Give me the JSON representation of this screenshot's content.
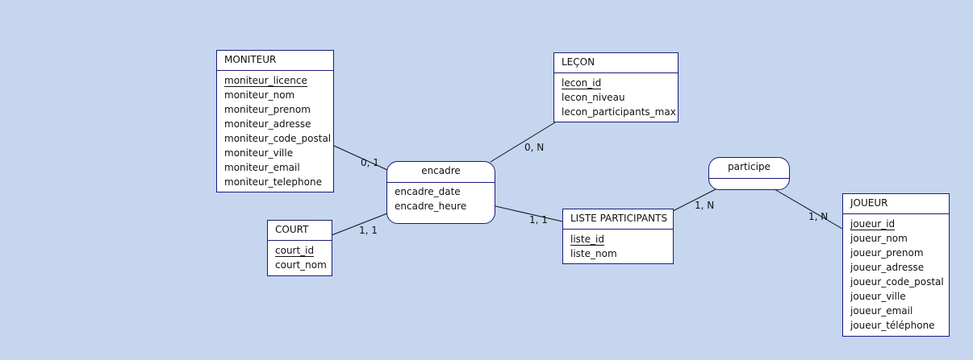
{
  "entities": {
    "moniteur": {
      "title": "MONITEUR",
      "attrs": [
        "moniteur_licence",
        "moniteur_nom",
        "moniteur_prenom",
        "moniteur_adresse",
        "moniteur_code_postal",
        "moniteur_ville",
        "moniteur_email",
        "moniteur_telephone"
      ]
    },
    "lecon": {
      "title": "LEÇON",
      "attrs": [
        "lecon_id",
        "lecon_niveau",
        "lecon_participants_max"
      ]
    },
    "court": {
      "title": "COURT",
      "attrs": [
        "court_id",
        "court_nom"
      ]
    },
    "liste": {
      "title": "LISTE PARTICIPANTS",
      "attrs": [
        "liste_id",
        "liste_nom"
      ]
    },
    "joueur": {
      "title": "JOUEUR",
      "attrs": [
        "joueur_id",
        "joueur_nom",
        "joueur_prenom",
        "joueur_adresse",
        "joueur_code_postal",
        "joueur_ville",
        "joueur_email",
        "joueur_téléphone"
      ]
    }
  },
  "associations": {
    "encadre": {
      "title": "encadre",
      "attrs": [
        "encadre_date",
        "encadre_heure"
      ]
    },
    "participe": {
      "title": "participe",
      "attrs": []
    }
  },
  "cardinalities": {
    "moniteur_encadre": "0, 1",
    "lecon_encadre": "0, N",
    "court_encadre": "1, 1",
    "liste_encadre": "1, 1",
    "liste_participe": "1, N",
    "joueur_participe": "1, N"
  }
}
